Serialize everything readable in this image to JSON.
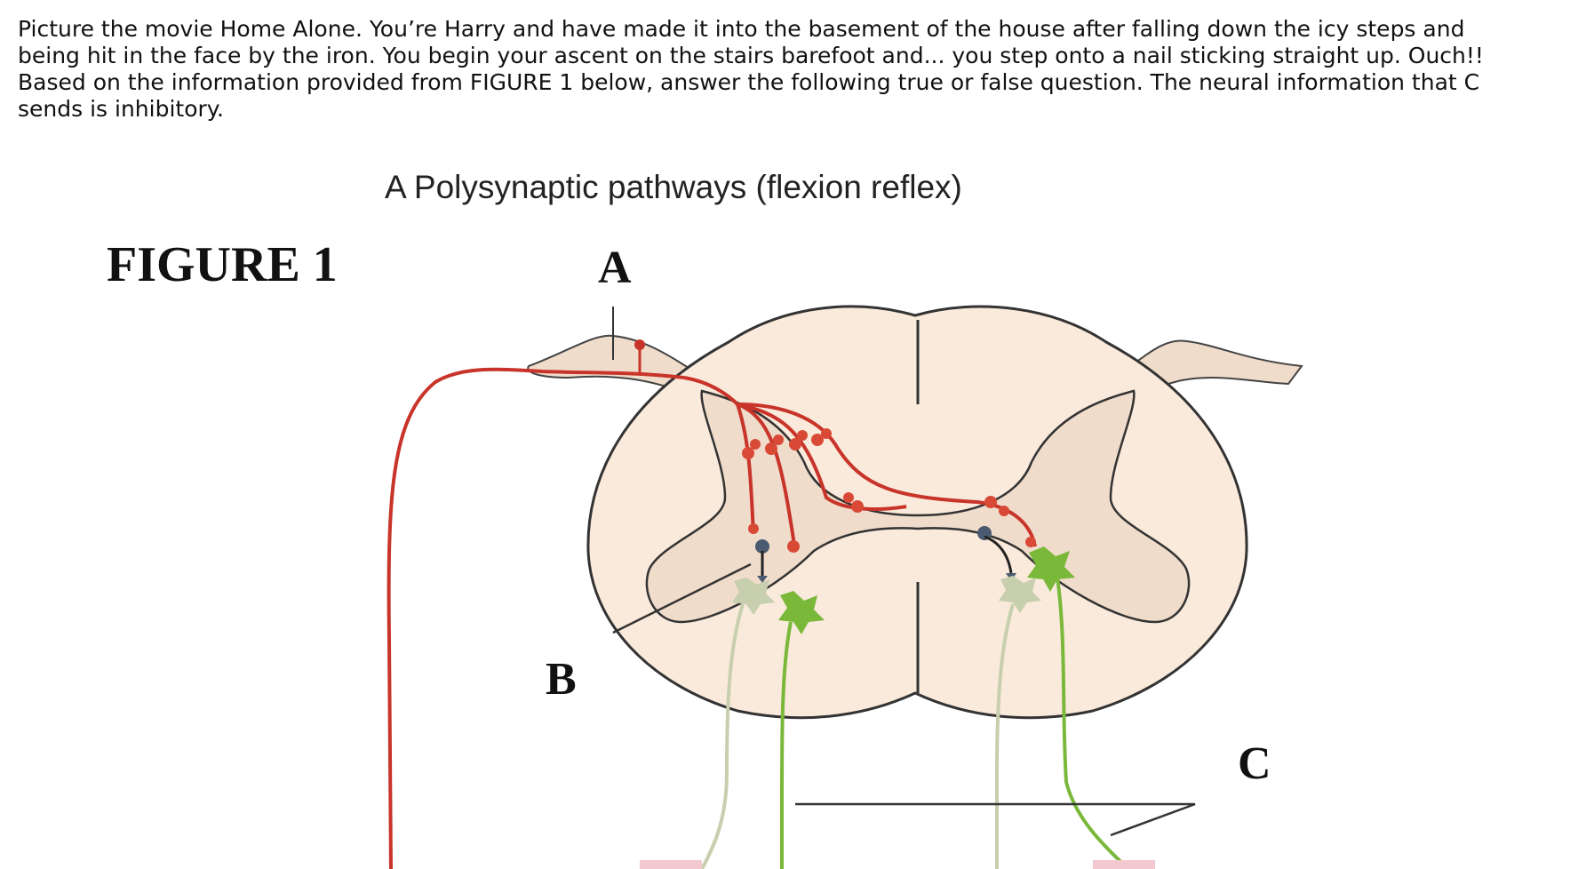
{
  "question": {
    "text": "Picture the movie Home Alone. You’re Harry and have made it into the basement of the house after falling down the icy steps and being hit in the face by the iron. You begin your ascent on the stairs barefoot and... you step onto a nail sticking straight up. Ouch!! Based on the information provided from FIGURE 1 below, answer the following true or false question. The neural information that C sends is inhibitory."
  },
  "figure": {
    "label": "FIGURE 1",
    "panel_title": "A  Polysynaptic pathways (flexion reflex)",
    "letters": {
      "a": "A",
      "b": "B",
      "c": "C"
    }
  },
  "colors": {
    "afferent": "#c8342a",
    "gray_matter": "#f0dccb",
    "white_matter": "#faeadb",
    "motor_neuron": "#7ab83a",
    "motor_neuron_faded": "#c7cfae",
    "inhibitory": "#4a5a70"
  }
}
